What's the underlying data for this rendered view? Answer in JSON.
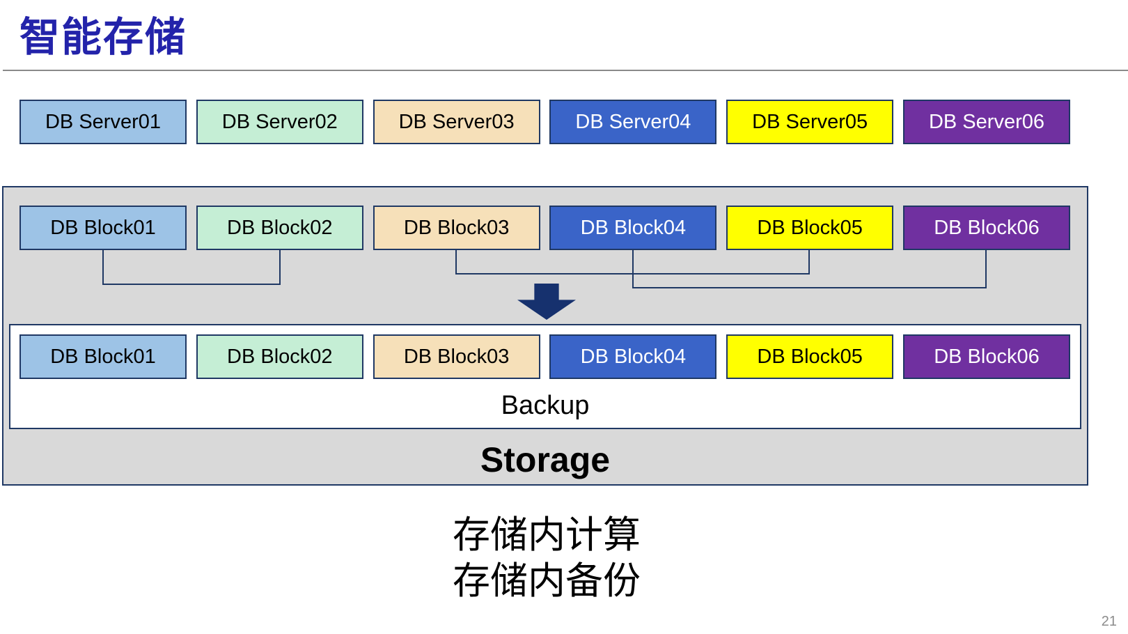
{
  "title": "智能存储",
  "page_number": "21",
  "palette": {
    "title_color": "#2323AA",
    "border": "#1F3864",
    "container_bg": "#D9D9D9",
    "arrow": "#16316E"
  },
  "servers": [
    {
      "label": "DB Server01",
      "bg": "#9DC3E6",
      "fg": "#000000"
    },
    {
      "label": "DB Server02",
      "bg": "#C5EED5",
      "fg": "#000000"
    },
    {
      "label": "DB Server03",
      "bg": "#F6E0B9",
      "fg": "#000000"
    },
    {
      "label": "DB Server04",
      "bg": "#3A64C8",
      "fg": "#FFFFFF"
    },
    {
      "label": "DB Server05",
      "bg": "#FFFF00",
      "fg": "#000000"
    },
    {
      "label": "DB Server06",
      "bg": "#7030A0",
      "fg": "#FFFFFF"
    }
  ],
  "top_blocks": [
    {
      "label": "DB Block01",
      "bg": "#9DC3E6",
      "fg": "#000000"
    },
    {
      "label": "DB Block02",
      "bg": "#C5EED5",
      "fg": "#000000"
    },
    {
      "label": "DB Block03",
      "bg": "#F6E0B9",
      "fg": "#000000"
    },
    {
      "label": "DB Block04",
      "bg": "#3A64C8",
      "fg": "#FFFFFF"
    },
    {
      "label": "DB Block05",
      "bg": "#FFFF00",
      "fg": "#000000"
    },
    {
      "label": "DB Block06",
      "bg": "#7030A0",
      "fg": "#FFFFFF"
    }
  ],
  "backup_blocks": [
    {
      "label": "DB Block01",
      "bg": "#9DC3E6",
      "fg": "#000000"
    },
    {
      "label": "DB Block02",
      "bg": "#C5EED5",
      "fg": "#000000"
    },
    {
      "label": "DB Block03",
      "bg": "#F6E0B9",
      "fg": "#000000"
    },
    {
      "label": "DB Block04",
      "bg": "#3A64C8",
      "fg": "#FFFFFF"
    },
    {
      "label": "DB Block05",
      "bg": "#FFFF00",
      "fg": "#000000"
    },
    {
      "label": "DB Block06",
      "bg": "#7030A0",
      "fg": "#FFFFFF"
    }
  ],
  "storage": {
    "backup_label": "Backup",
    "storage_label": "Storage"
  },
  "captions": {
    "line1": "存储内计算",
    "line2": "存储内备份"
  }
}
